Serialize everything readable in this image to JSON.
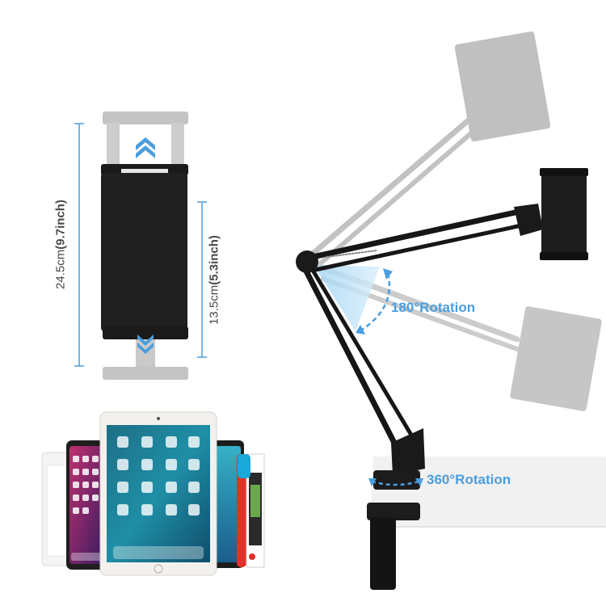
{
  "colors": {
    "accent_blue": "#4a9ede",
    "holder_black": "#1c1c1c",
    "ghost_gray": "#c4c4c4",
    "desk_white": "#f2f2f2"
  },
  "dimensions": {
    "total_height_cm": "24.5cm",
    "total_height_inch": "(9.7inch)",
    "min_height_cm": "13.5cm",
    "min_height_inch": "(5.3inch)"
  },
  "rotations": {
    "arm_rotation": "180°Rotation",
    "base_rotation": "360°Rotation"
  }
}
